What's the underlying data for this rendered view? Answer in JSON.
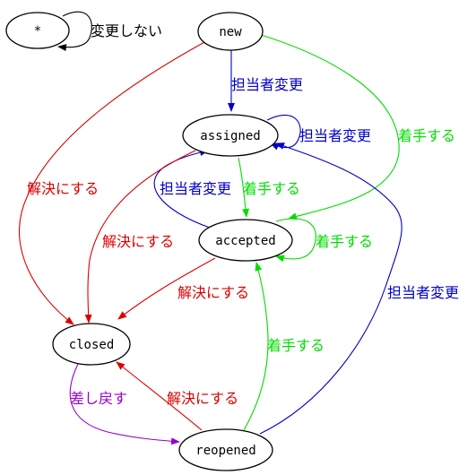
{
  "nodes": {
    "star": "*",
    "new": "new",
    "assigned": "assigned",
    "accepted": "accepted",
    "closed": "closed",
    "reopened": "reopened"
  },
  "edges": {
    "star_self": "変更しない",
    "new_assigned": "担当者変更",
    "assigned_self": "担当者変更",
    "new_accepted": "着手する",
    "new_closed": "解決にする",
    "assigned_accepted": "着手する",
    "accepted_assigned": "担当者変更",
    "assigned_closed": "解決にする",
    "accepted_self": "着手する",
    "accepted_closed": "解決にする",
    "reopened_assigned": "担当者変更",
    "reopened_accepted": "着手する",
    "closed_reopened": "差し戻す",
    "reopened_closed": "解決にする"
  },
  "colors": {
    "reassign": "#0000cc",
    "accept": "#00dd00",
    "resolve": "#dd0000",
    "reopen": "#9900cc",
    "nochange": "#000000"
  }
}
